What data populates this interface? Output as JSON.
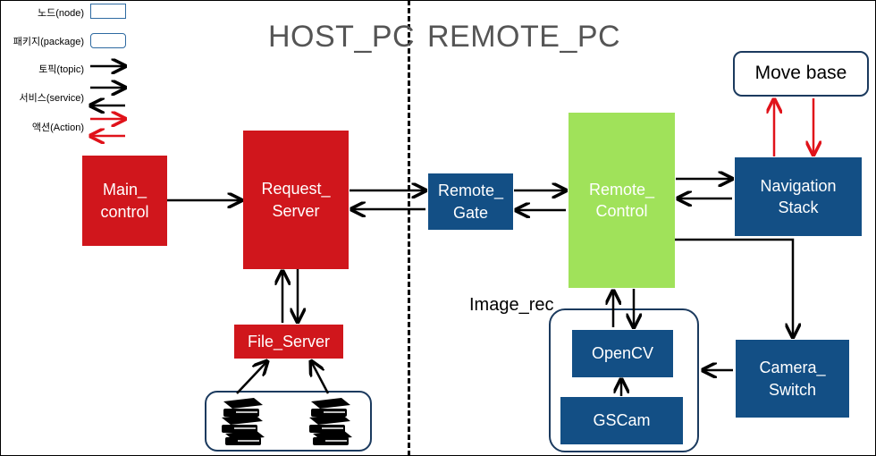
{
  "legend": {
    "node": "노드(node)",
    "package": "패키지(package)",
    "topic": "토픽(topic)",
    "service": "서비스(service)",
    "action": "액션(Action)"
  },
  "sections": {
    "host": "HOST_PC",
    "remote": "REMOTE_PC"
  },
  "nodes": {
    "main_control": "Main_\ncontrol",
    "request_server": "Request_\nServer",
    "file_server": "File_Server",
    "remote_gate": "Remote_\nGate",
    "remote_control": "Remote_\nControl",
    "navigation_stack": "Navigation\nStack",
    "move_base": "Move base",
    "camera_switch": "Camera_\nSwitch",
    "opencv": "OpenCV",
    "gscam": "GSCam"
  },
  "package_label": "Image_rec",
  "colors": {
    "host_node": "#d0161c",
    "remote_node": "#134f85",
    "control_node": "#a0e25a",
    "action_arrow": "#e0121a"
  }
}
